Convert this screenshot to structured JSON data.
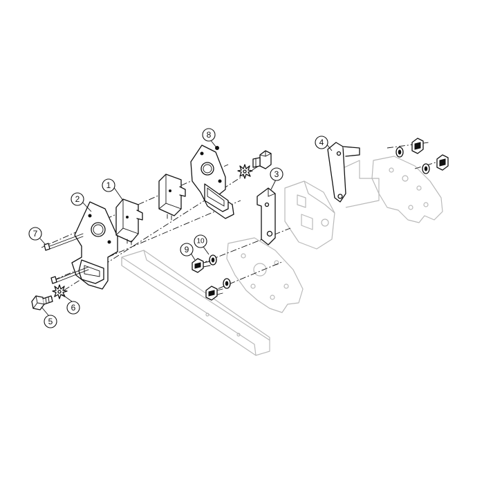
{
  "callouts": [
    {
      "number": "1"
    },
    {
      "number": "2"
    },
    {
      "number": "3"
    },
    {
      "number": "4"
    },
    {
      "number": "5"
    },
    {
      "number": "6"
    },
    {
      "number": "7"
    },
    {
      "number": "8"
    },
    {
      "number": "9"
    },
    {
      "number": "10"
    }
  ],
  "colors": {
    "line": "#111111",
    "ghost": "#b9b9b9",
    "background": "#ffffff"
  }
}
